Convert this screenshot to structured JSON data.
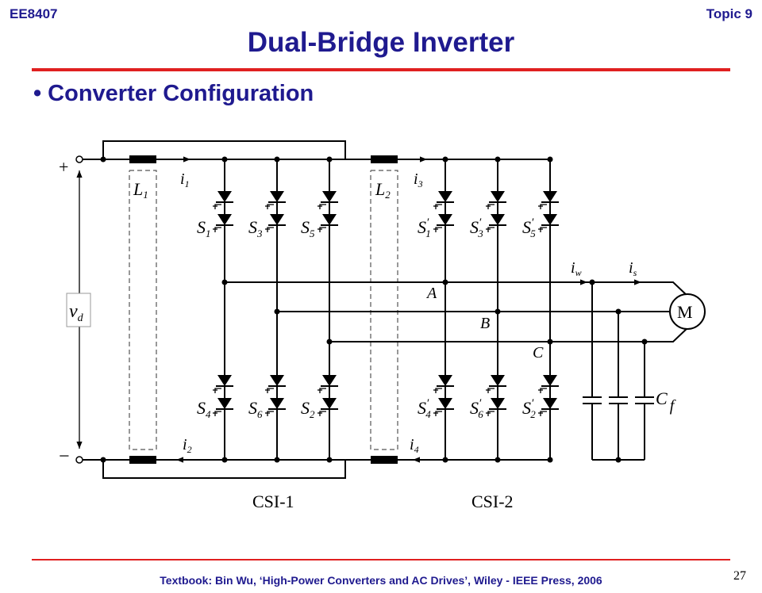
{
  "header": {
    "course": "EE8407",
    "topic": "Topic 9"
  },
  "title": "Dual-Bridge Inverter",
  "bullet": "Converter Configuration",
  "footer": {
    "textbook": "Textbook: Bin Wu, ‘High-Power Converters and AC Drives’, Wiley - IEEE Press, 2006",
    "page": "27"
  },
  "diagram": {
    "terminals": {
      "plus": "+",
      "minus": "−"
    },
    "dc_voltage": {
      "main": "v",
      "sub": "d"
    },
    "inductors": [
      {
        "main": "L",
        "sub": "1"
      },
      {
        "main": "L",
        "sub": "2"
      }
    ],
    "currents": [
      {
        "main": "i",
        "sub": "1"
      },
      {
        "main": "i",
        "sub": "2"
      },
      {
        "main": "i",
        "sub": "3"
      },
      {
        "main": "i",
        "sub": "4"
      },
      {
        "main": "i",
        "sub": "w"
      },
      {
        "main": "i",
        "sub": "s"
      }
    ],
    "switches_csi1": [
      {
        "main": "S",
        "sub": "1"
      },
      {
        "main": "S",
        "sub": "3"
      },
      {
        "main": "S",
        "sub": "5"
      },
      {
        "main": "S",
        "sub": "4"
      },
      {
        "main": "S",
        "sub": "6"
      },
      {
        "main": "S",
        "sub": "2"
      }
    ],
    "switches_csi2": [
      {
        "main": "S",
        "sub": "1"
      },
      {
        "main": "S",
        "sub": "3"
      },
      {
        "main": "S",
        "sub": "5"
      },
      {
        "main": "S",
        "sub": "4"
      },
      {
        "main": "S",
        "sub": "6"
      },
      {
        "main": "S",
        "sub": "2"
      }
    ],
    "prime": "′",
    "phases": [
      "A",
      "B",
      "C"
    ],
    "motor": "M",
    "filter_cap": {
      "main": "C",
      "sub": "f"
    },
    "converters": [
      "CSI-1",
      "CSI-2"
    ]
  }
}
